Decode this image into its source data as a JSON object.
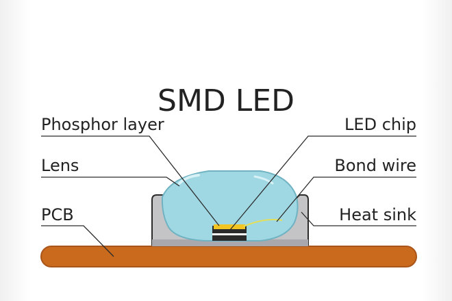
{
  "title": "SMD LED",
  "labels": {
    "phosphor_layer": "Phosphor layer",
    "lens": "Lens",
    "pcb": "PCB",
    "led_chip": "LED chip",
    "bond_wire": "Bond wire",
    "heat_sink": "Heat sink"
  },
  "colors": {
    "pcb": "#c96a1c",
    "pcb_shadow": "#a9551a",
    "lens": "#9fd8e3",
    "lens_highlight": "#d7f1f6",
    "housing": "#a9a9ad",
    "housing_inner": "#c4c4c7",
    "chip_top": "#f2c522",
    "chip_body": "#2b2b2b",
    "bond_wire": "#e3df5a",
    "outline": "#2b2b2b"
  }
}
